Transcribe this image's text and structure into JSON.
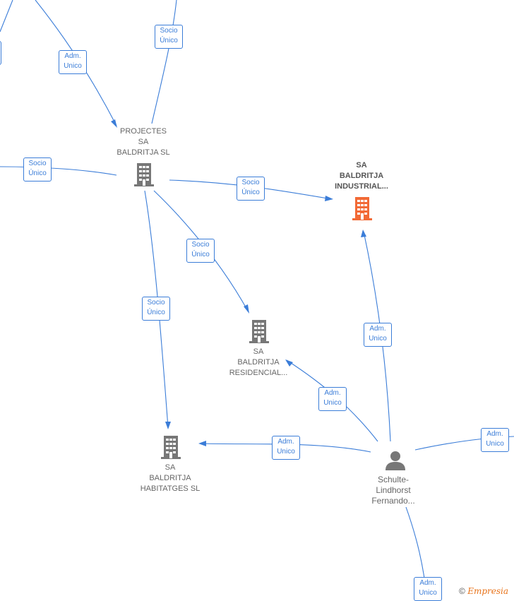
{
  "nodes": {
    "projectes": {
      "lines": [
        "PROJECTES",
        "SA",
        "BALDRITJA  SL"
      ],
      "type": "company"
    },
    "industrial": {
      "lines": [
        "SA",
        "BALDRITJA",
        "INDUSTRIAL..."
      ],
      "type": "company-main"
    },
    "residencial": {
      "lines": [
        "SA",
        "BALDRITJA",
        "RESIDENCIAL..."
      ],
      "type": "company"
    },
    "habitatges": {
      "lines": [
        "SA",
        "BALDRITJA",
        "HABITATGES  SL"
      ],
      "type": "company"
    },
    "schulte": {
      "lines": [
        "Schulte-",
        "Lindhorst",
        "Fernando..."
      ],
      "type": "person"
    }
  },
  "edge_labels": {
    "top_socio": [
      "Socio",
      "Único"
    ],
    "top_adm": [
      "Adm.",
      "Unico"
    ],
    "left_socio": [
      "Socio",
      "Único"
    ],
    "proj_ind": [
      "Socio",
      "Único"
    ],
    "proj_res": [
      "Socio",
      "Único"
    ],
    "proj_hab": [
      "Socio",
      "Único"
    ],
    "sch_ind": [
      "Adm.",
      "Unico"
    ],
    "sch_res": [
      "Adm.",
      "Unico"
    ],
    "sch_hab": [
      "Adm.",
      "Unico"
    ],
    "right_adm": [
      "Adm.",
      "Unico"
    ],
    "bottom_adm": [
      "Adm.",
      "Unico"
    ]
  },
  "colors": {
    "edge": "#3b7dd8",
    "company": "#777777",
    "main_company": "#f26a36",
    "person": "#777777"
  },
  "footer": {
    "symbol": "©",
    "brand": "Empresia"
  }
}
